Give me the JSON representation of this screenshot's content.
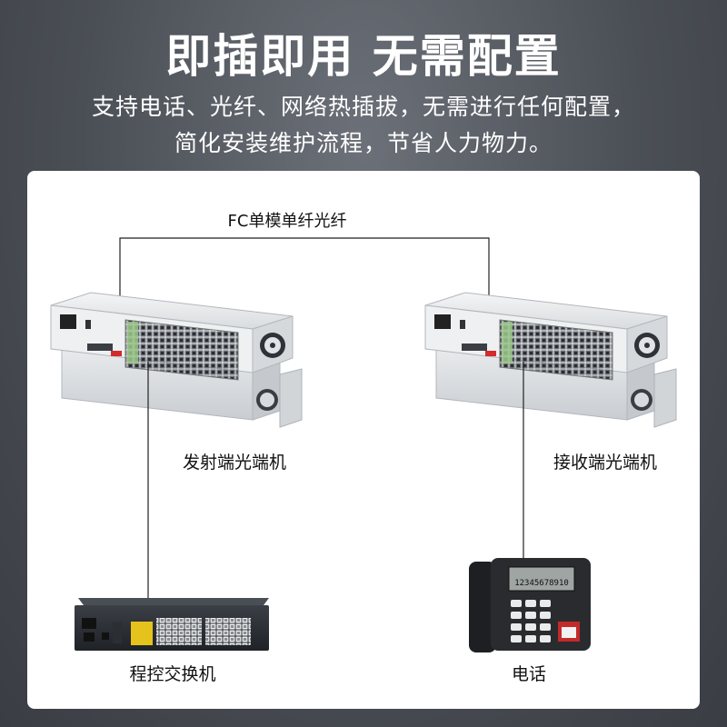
{
  "headline": "即插即用 无需配置",
  "subtitle": {
    "line1": "支持电话、光纤、网络热插拔，无需进行任何配置，",
    "line2": "简化安装维护流程，节省人力物力。"
  },
  "diagram": {
    "fiber_label": "FC单模单纤光纤",
    "tx_label": "发射端光端机",
    "rx_label": "接收端光端机",
    "pbx_label": "程控交换机",
    "phone_label": "电话",
    "phone_display": "12345678910"
  }
}
